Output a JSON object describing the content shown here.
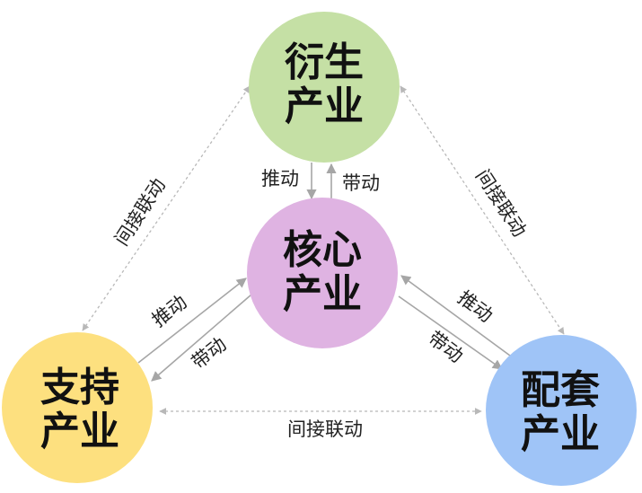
{
  "nodes": {
    "derivative": {
      "line1": "衍生",
      "line2": "产业",
      "color": "#c5e0a5"
    },
    "core": {
      "line1": "核心",
      "line2": "产业",
      "color": "#dfb3e2"
    },
    "support": {
      "line1": "支持",
      "line2": "产业",
      "color": "#fde07f"
    },
    "supporting": {
      "line1": "配套",
      "line2": "产业",
      "color": "#9fc4f7"
    }
  },
  "edges": {
    "derivative_core_push": "推动",
    "core_derivative_drive": "带动",
    "support_core_push": "推动",
    "core_support_drive": "带动",
    "supporting_core_push": "推动",
    "core_supporting_drive": "带动",
    "support_derivative_indirect": "间接联动",
    "derivative_supporting_indirect": "间接联动",
    "support_supporting_indirect": "间接联动"
  },
  "colors": {
    "solid_arrow": "#a6a6a6",
    "dashed_arrow": "#b8b8b8",
    "text": "#111111"
  }
}
